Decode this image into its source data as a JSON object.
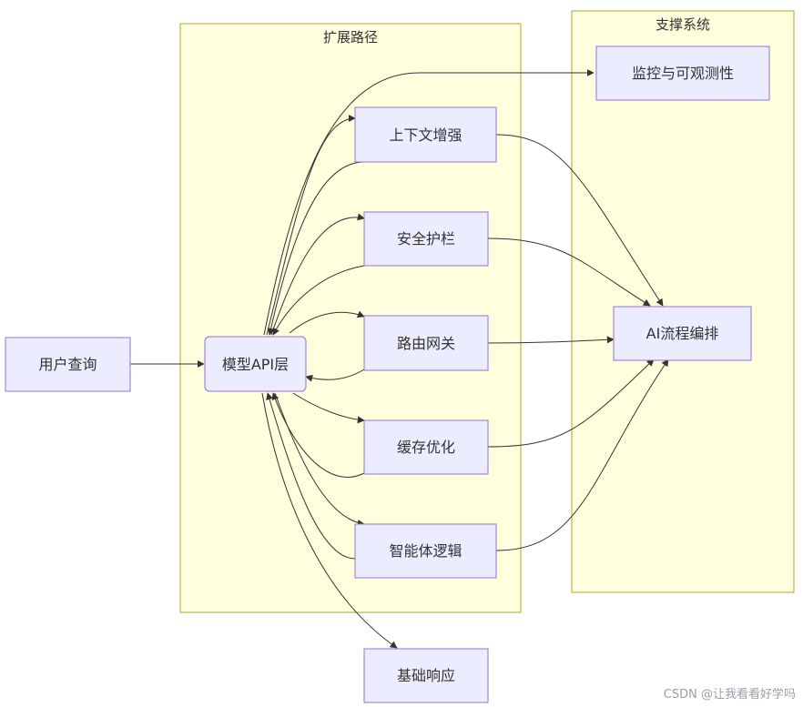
{
  "clusters": {
    "extension": {
      "label": "扩展路径"
    },
    "support": {
      "label": "支撑系统"
    }
  },
  "nodes": {
    "user_query": "用户查询",
    "model_api": "模型API层",
    "context": "上下文增强",
    "guardrails": "安全护栏",
    "gateway": "路由网关",
    "cache": "缓存优化",
    "agent": "智能体逻辑",
    "basic": "基础响应",
    "monitor": "监控与可观测性",
    "orchestration": "AI流程编排"
  },
  "colors": {
    "node_fill": "#ececff",
    "node_border": "#9370db",
    "cluster_fill": "#ffffde",
    "cluster_border": "#aaaa33",
    "edge": "#333333"
  },
  "watermark": "CSDN @让我看看好学吗"
}
